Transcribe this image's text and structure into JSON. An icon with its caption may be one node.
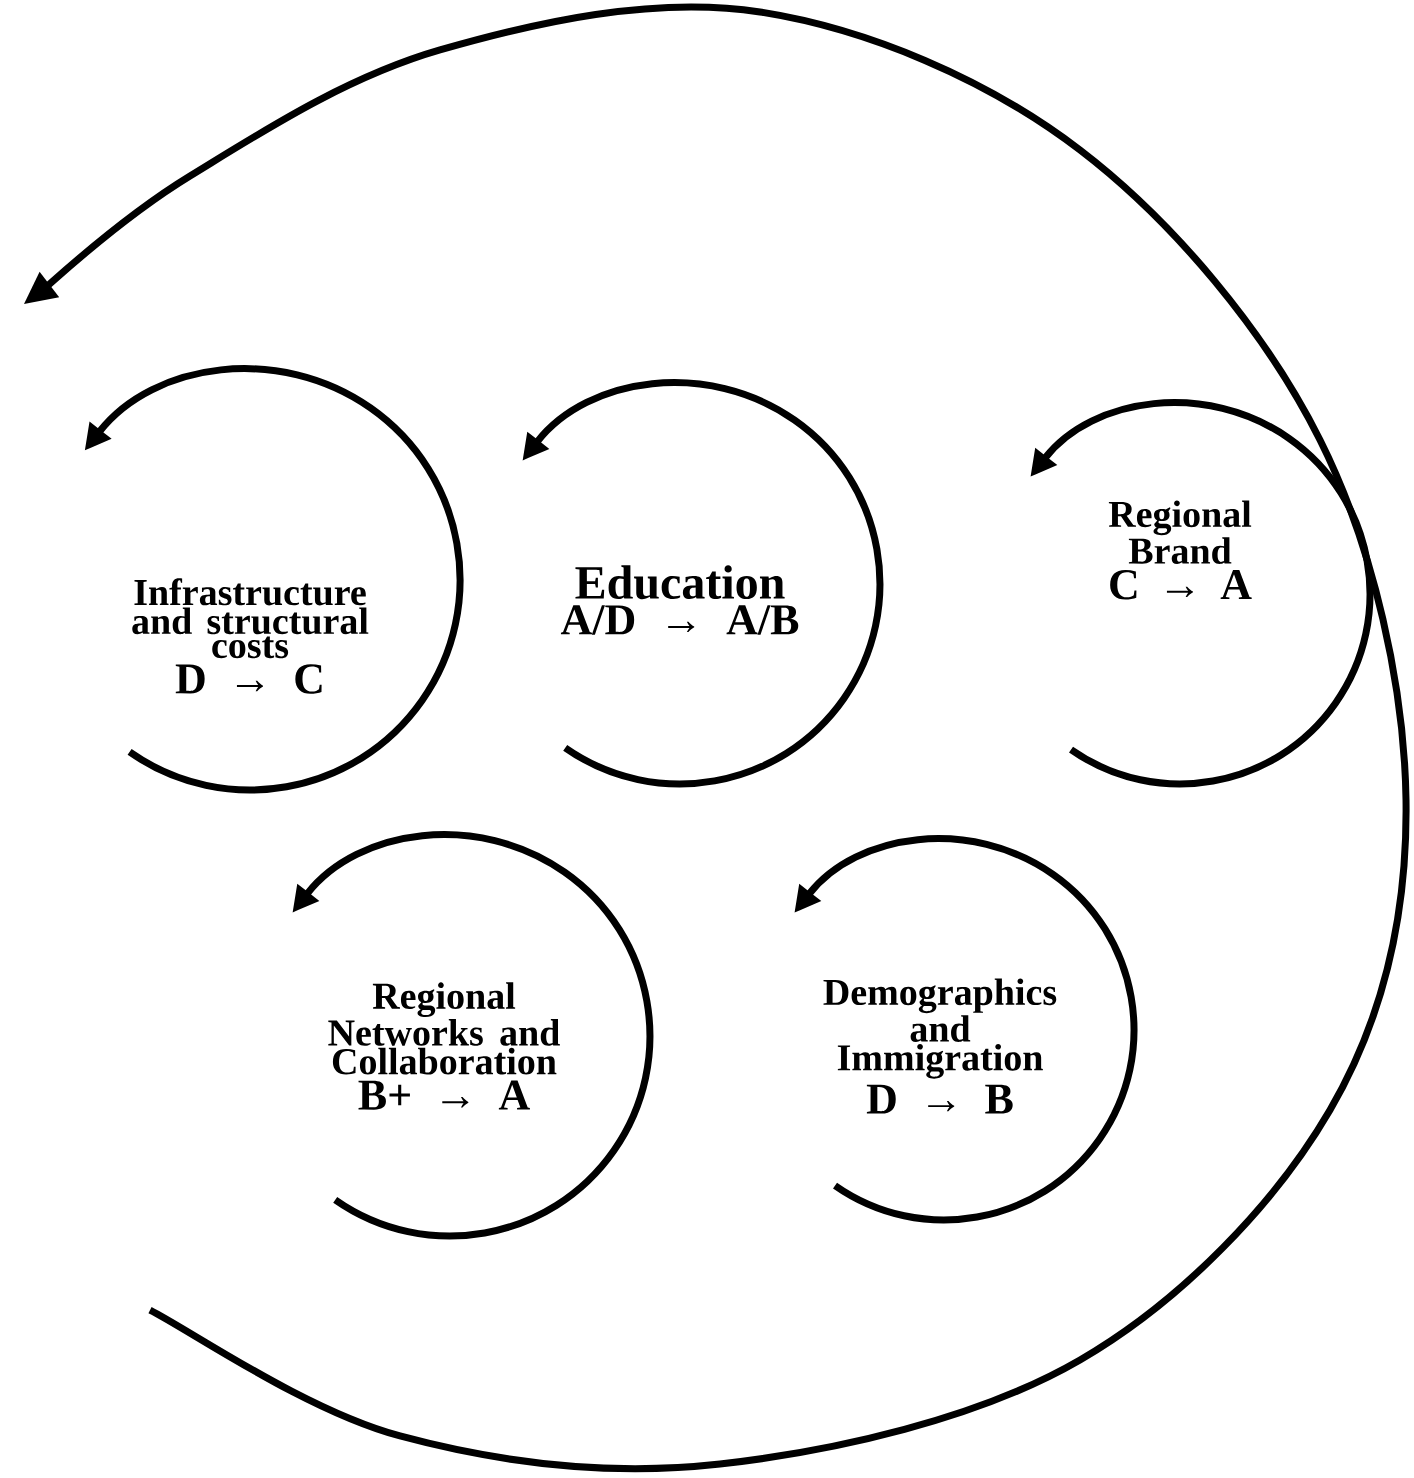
{
  "diagram": {
    "nodes": [
      {
        "text": [
          "Infrastructure and structural costs",
          "D → C"
        ]
      },
      {
        "text": [
          "Education",
          "A/D → A/B"
        ]
      },
      {
        "text": [
          "Regional Brand",
          "C → A"
        ]
      },
      {
        "text": [
          "Regional Networks and Collaboration",
          "B+ → A"
        ]
      },
      {
        "text": [
          "Demographics and Immigration",
          "D → B"
        ]
      }
    ]
  }
}
